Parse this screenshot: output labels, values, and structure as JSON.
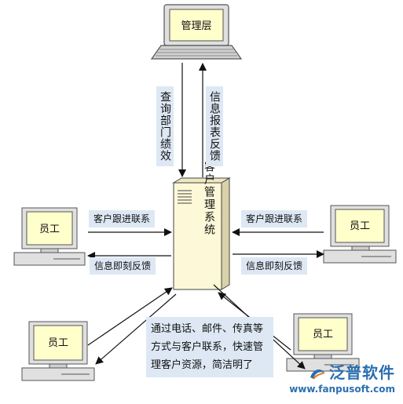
{
  "nodes": {
    "manager": "管理层",
    "server": "客户管理系统",
    "employee": "员工"
  },
  "labels": {
    "query": "查询部门绩效",
    "report": "信息报表反馈",
    "follow_left": "客户跟进联系",
    "feedback_left": "信息即刻反馈",
    "follow_right": "客户跟进联系",
    "feedback_right": "信息即刻反馈",
    "note": "通过电话、邮件、传真等方式与客户联系，快速管理客户资源，简洁明了"
  },
  "watermark": {
    "name": "泛普软件",
    "url": "www.fanpusoft.com"
  },
  "colors": {
    "screen": "#ffffcc",
    "server": "#fdf8d8",
    "label_bg": "#dde8f4",
    "brand": "#2a6fb0"
  }
}
